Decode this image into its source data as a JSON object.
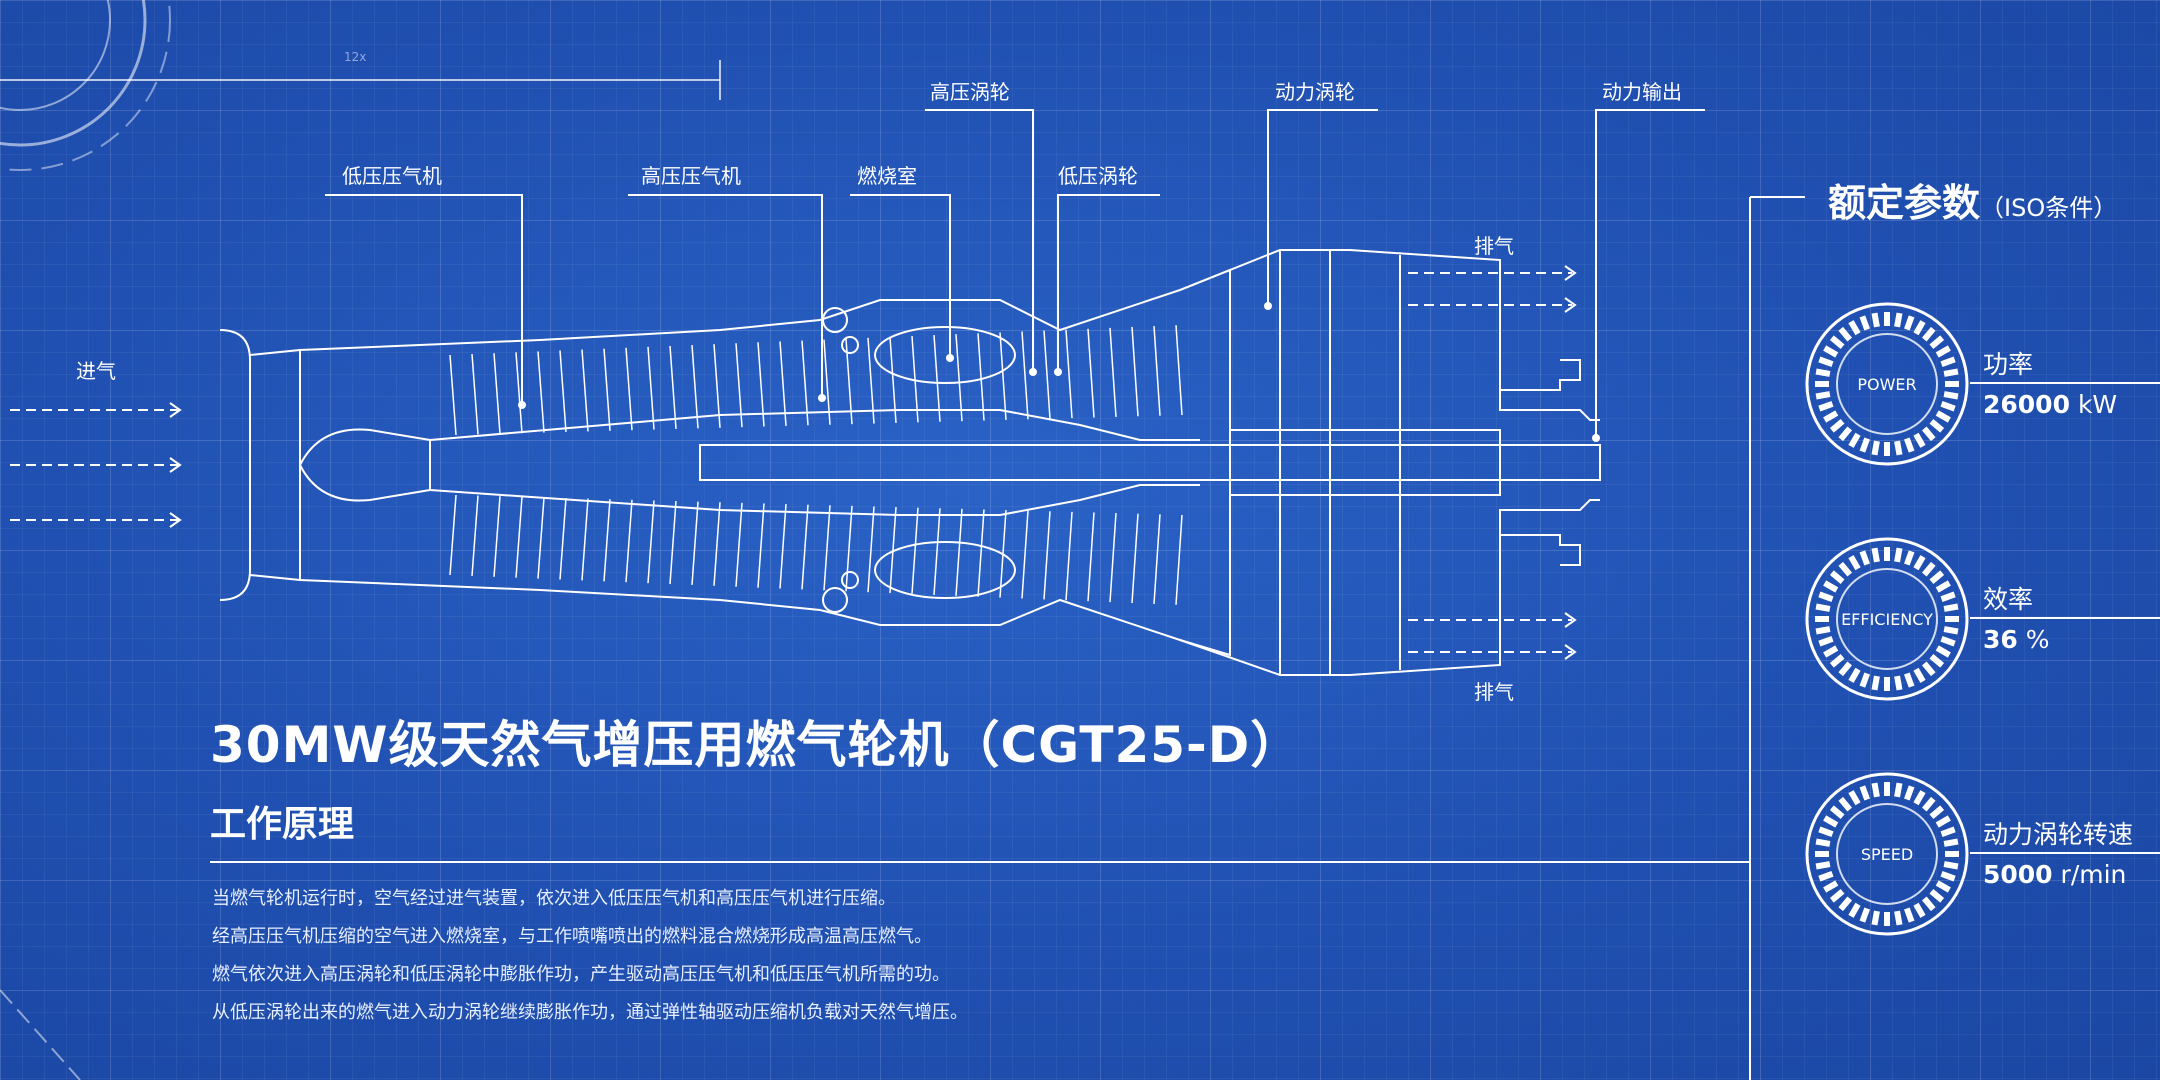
{
  "scale_tag": "12x",
  "intake_label": "进气",
  "exhaust_labels": [
    "排气",
    "排气"
  ],
  "callouts": {
    "lpc": "低压压气机",
    "hpc": "高压压气机",
    "combustor": "燃烧室",
    "hpt": "高压涡轮",
    "lpt": "低压涡轮",
    "pt": "动力涡轮",
    "output": "动力输出"
  },
  "title": "30MW级天然气增压用燃气轮机（CGT25-D）",
  "subtitle": "工作原理",
  "paragraphs": [
    "当燃气轮机运行时，空气经过进气装置，依次进入低压压气机和高压压气机进行压缩。",
    "经高压压气机压缩的空气进入燃烧室，与工作喷嘴喷出的燃料混合燃烧形成高温高压燃气。",
    "燃气依次进入高压涡轮和低压涡轮中膨胀作功，产生驱动高压压气机和低压压气机所需的功。",
    "从低压涡轮出来的燃气进入动力涡轮继续膨胀作功，通过弹性轴驱动压缩机负载对天然气增压。"
  ],
  "panel": {
    "title": "额定参数",
    "title_note": "（ISO条件）",
    "params": [
      {
        "gauge_text": "POWER",
        "label": "功率",
        "value": "26000",
        "unit": "kW"
      },
      {
        "gauge_text": "EFFICIENCY",
        "label": "效率",
        "value": "36",
        "unit": "%"
      },
      {
        "gauge_text": "SPEED",
        "label": "动力涡轮转速",
        "value": "5000",
        "unit": "r/min"
      }
    ]
  },
  "colors": {
    "background": "#1f4fb0",
    "line": "#ffffff"
  }
}
